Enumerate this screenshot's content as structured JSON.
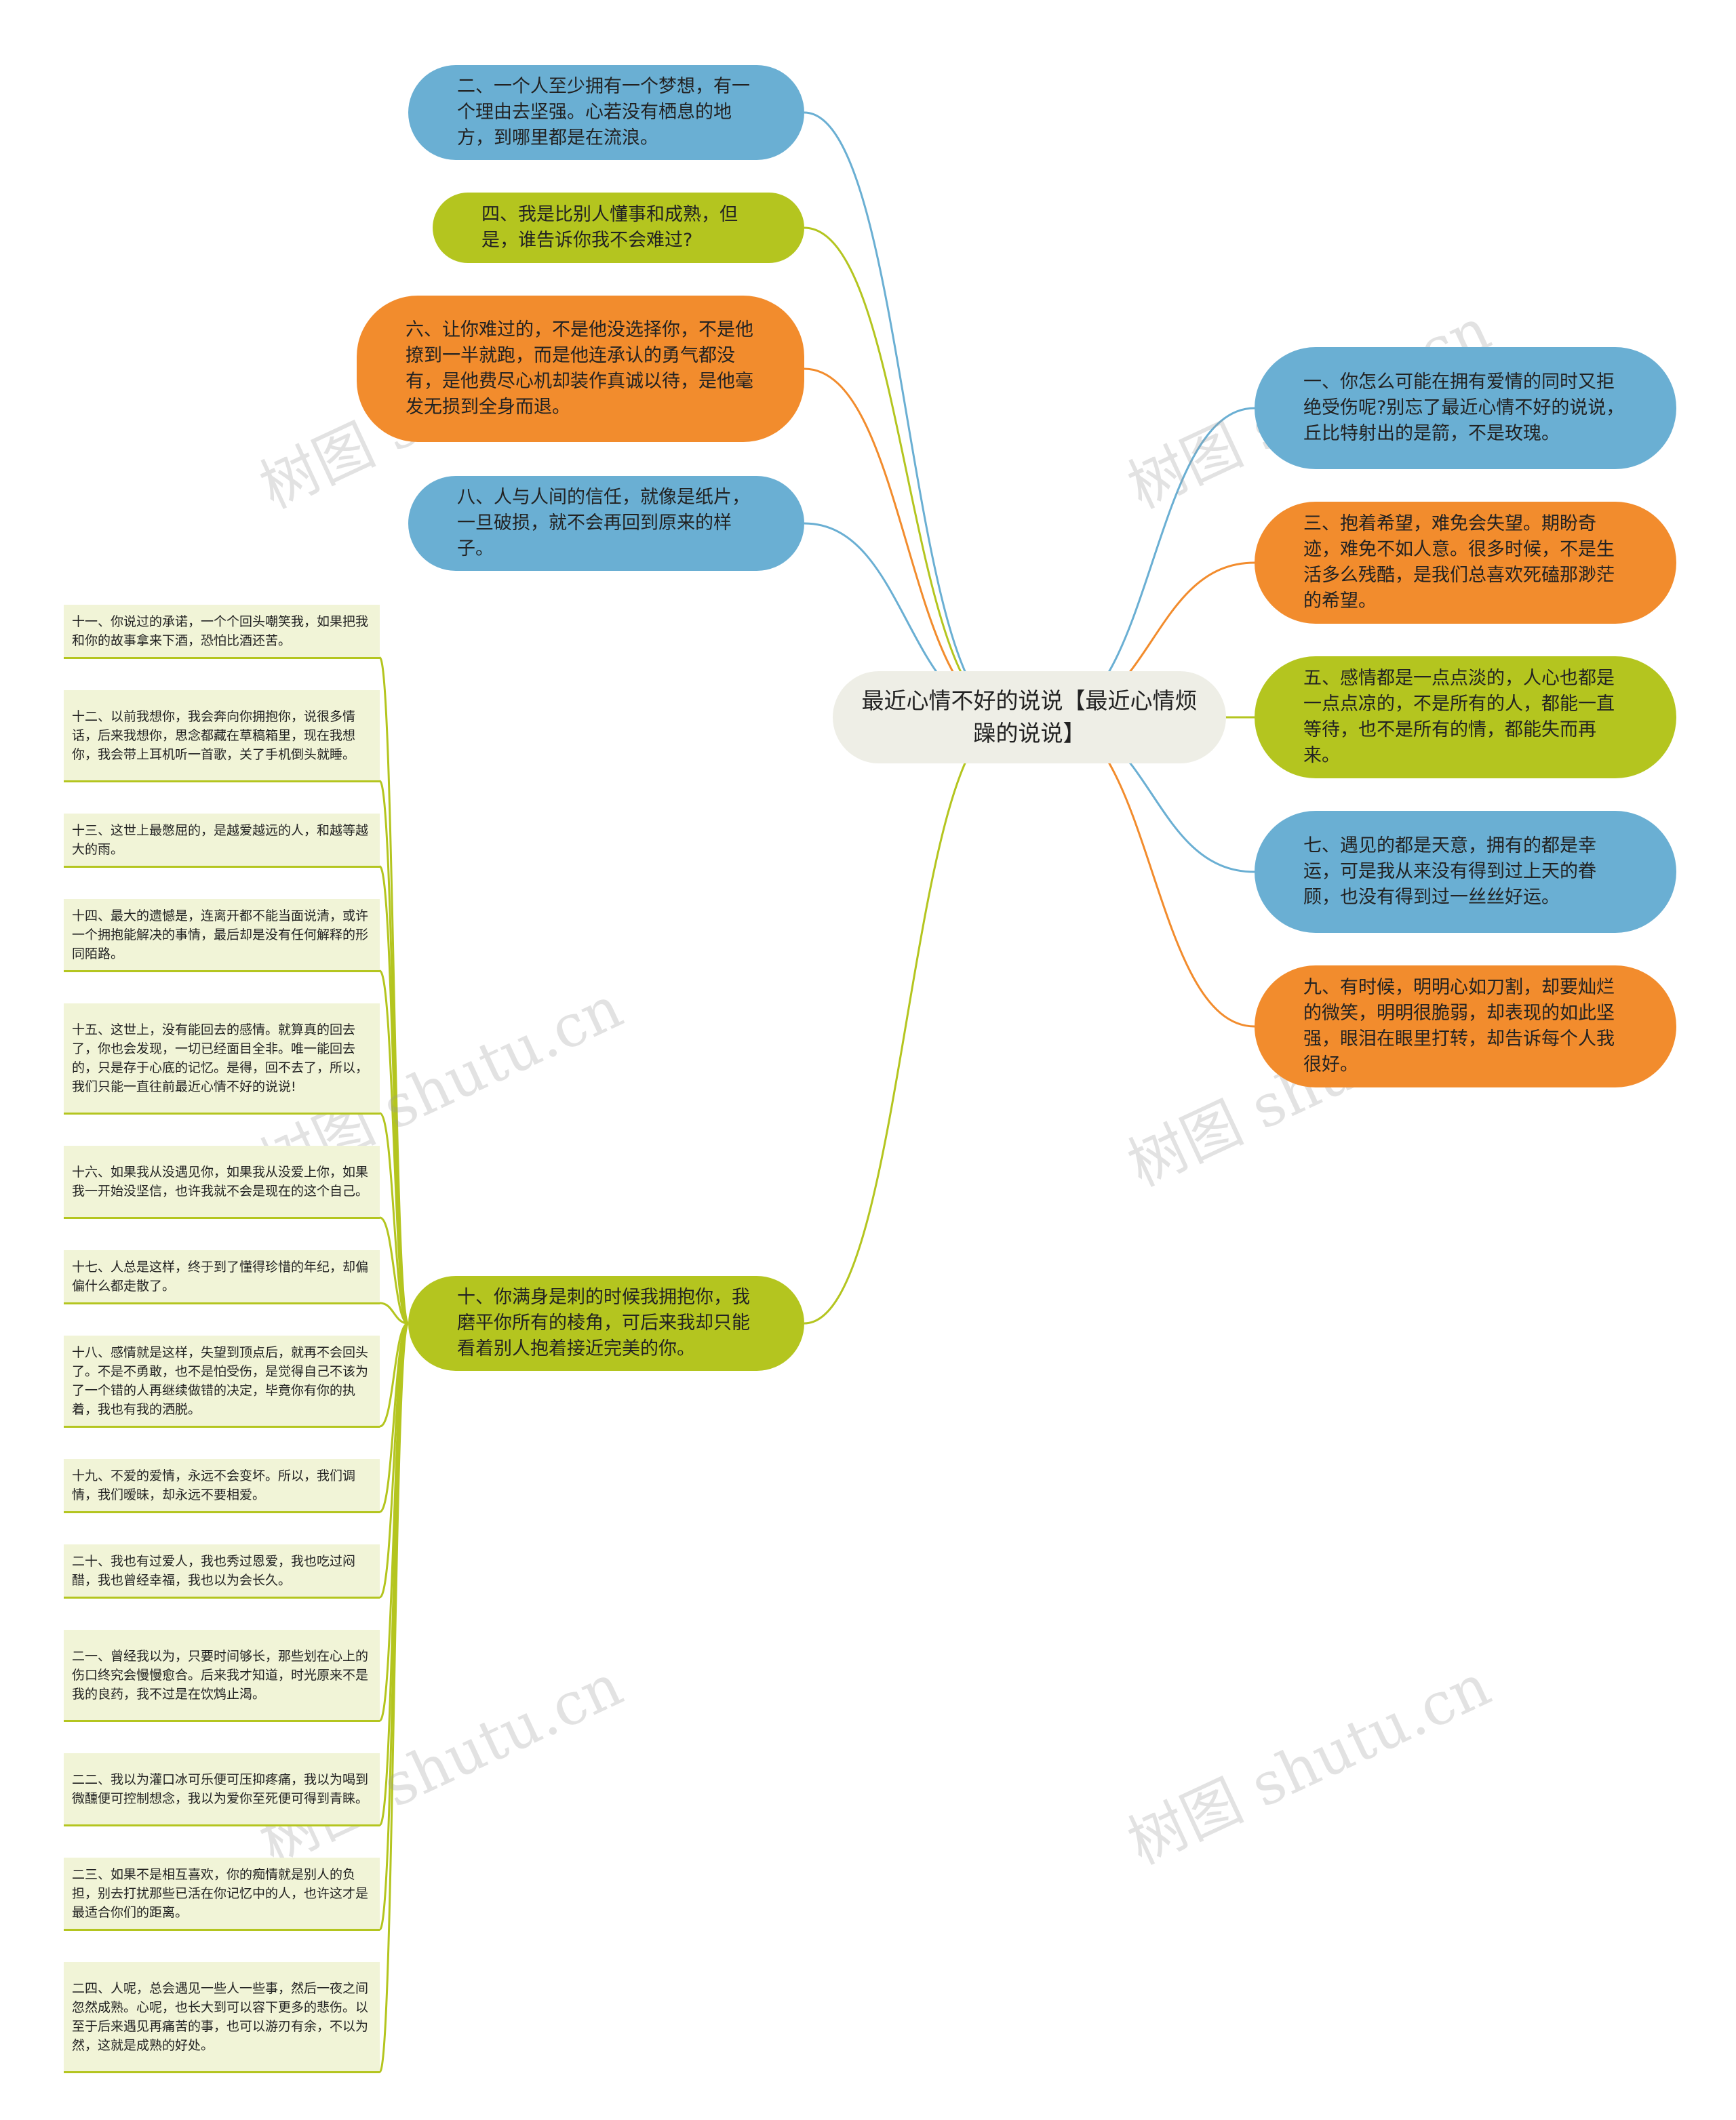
{
  "center": "最近心情不好的说说【最近心情烦躁的说说】",
  "left_branches": [
    "二、一个人至少拥有一个梦想，有一个理由去坚强。心若没有栖息的地方，到哪里都是在流浪。",
    "四、我是比别人懂事和成熟，但是，谁告诉你我不会难过?",
    "六、让你难过的，不是他没选择你，不是他撩到一半就跑，而是他连承认的勇气都没有，是他费尽心机却装作真诚以待，是他毫发无损到全身而退。",
    "八、人与人间的信任，就像是纸片，一旦破损，就不会再回到原来的样子。",
    "十、你满身是刺的时候我拥抱你，我磨平你所有的棱角，可后来我却只能看着别人抱着接近完美的你。"
  ],
  "right_branches": [
    "一、你怎么可能在拥有爱情的同时又拒绝受伤呢?别忘了最近心情不好的说说，丘比特射出的是箭，不是玫瑰。",
    "三、抱着希望，难免会失望。期盼奇迹，难免不如人意。很多时候，不是生活多么残酷，是我们总喜欢死磕那渺茫的希望。",
    "五、感情都是一点点淡的，人心也都是一点点凉的，不是所有的人，都能一直等待，也不是所有的情，都能失而再来。",
    "七、遇见的都是天意，拥有的都是幸运，可是我从来没有得到过上天的眷顾，也没有得到过一丝丝好运。",
    "九、有时候，明明心如刀割，却要灿烂的微笑，明明很脆弱，却表现的如此坚强，眼泪在眼里打转，却告诉每个人我很好。"
  ],
  "leaves": [
    "十一、你说过的承诺，一个个回头嘲笑我，如果把我和你的故事拿来下酒，恐怕比酒还苦。",
    "十二、以前我想你，我会奔向你拥抱你，说很多情话，后来我想你，思念都藏在草稿箱里，现在我想你，我会带上耳机听一首歌，关了手机倒头就睡。",
    "十三、这世上最憋屈的，是越爱越远的人，和越等越大的雨。",
    "十四、最大的遗憾是，连离开都不能当面说清，或许一个拥抱能解决的事情，最后却是没有任何解释的形同陌路。",
    "十五、这世上，没有能回去的感情。就算真的回去了，你也会发现，一切已经面目全非。唯一能回去的，只是存于心底的记忆。是得，回不去了，所以，我们只能一直往前最近心情不好的说说!",
    "十六、如果我从没遇见你，如果我从没爱上你，如果我一开始没坚信，也许我就不会是现在的这个自己。",
    "十七、人总是这样，终于到了懂得珍惜的年纪，却偏偏什么都走散了。",
    "十八、感情就是这样，失望到顶点后，就再不会回头了。不是不勇敢，也不是怕受伤，是觉得自己不该为了一个错的人再继续做错的决定，毕竟你有你的执着，我也有我的洒脱。",
    "十九、不爱的爱情，永远不会变坏。所以，我们调情，我们暧昧，却永远不要相爱。",
    "二十、我也有过爱人，我也秀过恩爱，我也吃过闷醋，我也曾经幸福，我也以为会长久。",
    "二一、曾经我以为，只要时间够长，那些划在心上的伤口终究会慢慢愈合。后来我才知道，时光原来不是我的良药，我不过是在饮鸩止渴。",
    "二二、我以为灌口冰可乐便可压抑疼痛，我以为喝到微醺便可控制想念，我以为爱你至死便可得到青睐。",
    "二三、如果不是相互喜欢，你的痴情就是别人的负担，别去打扰那些已活在你记忆中的人，也许这才是最适合你们的距离。",
    "二四、人呢，总会遇见一些人一些事，然后一夜之间忽然成熟。心呢，也长大到可以容下更多的悲伤。以至于后来遇见再痛苦的事，也可以游刃有余，不以为然，这就是成熟的好处。"
  ],
  "watermark": "树图 shutu.cn",
  "colors": {
    "blue": "#6aafd3",
    "green": "#b4c51f",
    "orange": "#f28c2d",
    "center": "#eeeee6",
    "leaf_bg": "#f1f4d7"
  }
}
